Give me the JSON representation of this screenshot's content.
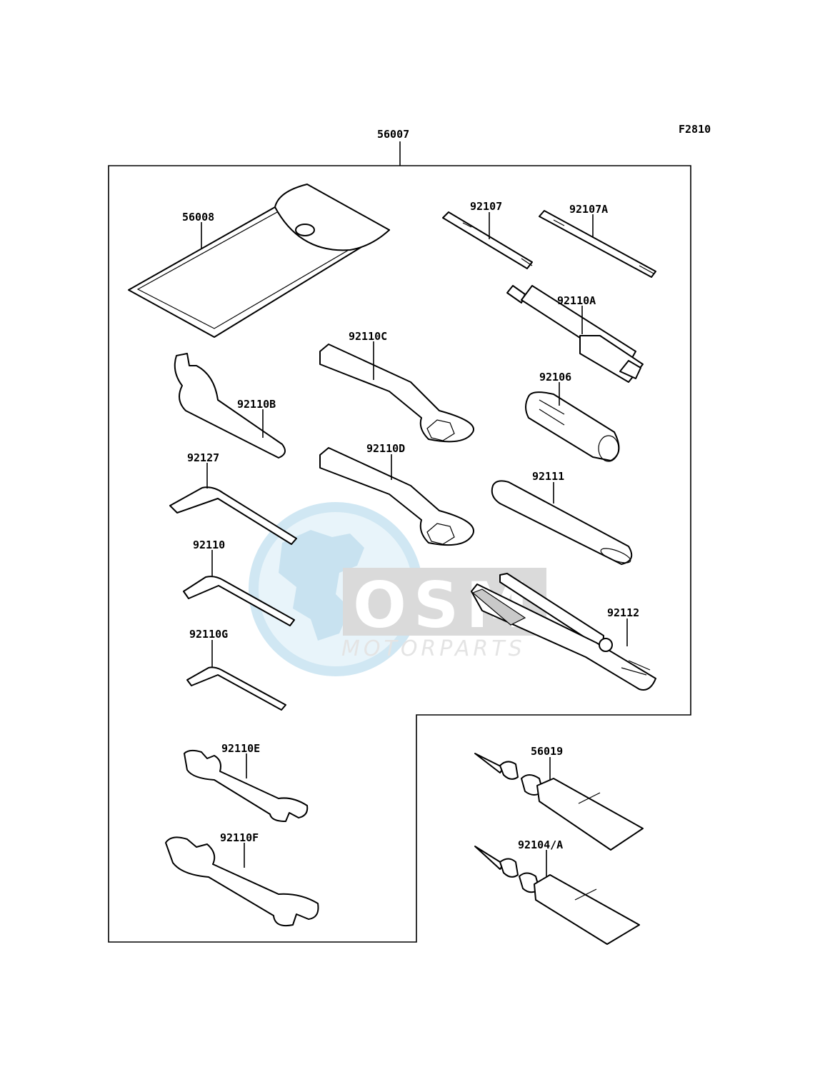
{
  "figure_code": "F2810",
  "watermark": {
    "brand": "OSM",
    "subtitle": "MOTORPARTS"
  },
  "parts": {
    "kit": "56007",
    "bag": "56008",
    "driver_a": "92107",
    "driver_b": "92107A",
    "socket_handle": "92110A",
    "ring_c": "92110C",
    "hook_wrench": "92110B",
    "plug": "92106",
    "hex_key_1": "92127",
    "ring_d": "92110D",
    "bar": "92111",
    "hex_key_2": "92110",
    "pliers": "92112",
    "hex_key_3": "92110G",
    "open_e": "92110E",
    "tube_a": "56019",
    "open_f": "92110F",
    "tube_b": "92104/A"
  }
}
